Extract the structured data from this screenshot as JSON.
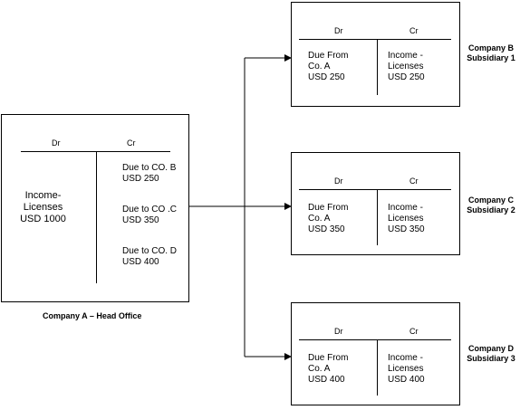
{
  "head_office": {
    "dr": "Dr",
    "cr": "Cr",
    "debit_entry": "Income-\nLicenses\nUSD 1000",
    "credit_entries": [
      "Due to  CO. B\nUSD 250",
      "Due to  CO .C\nUSD 350",
      "Due to  CO. D\nUSD 400"
    ],
    "caption": "Company A – Head Office"
  },
  "subsidiaries": [
    {
      "dr": "Dr",
      "cr": "Cr",
      "debit": "Due From\nCo. A\nUSD 250",
      "credit": "Income -\nLicenses\nUSD 250",
      "label": "Company B\nSubsidiary 1"
    },
    {
      "dr": "Dr",
      "cr": "Cr",
      "debit": "Due From\nCo. A\nUSD 350",
      "credit": "Income -\nLicenses\nUSD 350",
      "label": "Company C\nSubsidiary 2"
    },
    {
      "dr": "Dr",
      "cr": "Cr",
      "debit": "Due From\nCo. A\nUSD 400",
      "credit": "Income -\nLicenses\nUSD 400",
      "label": "Company D\nSubsidiary 3"
    }
  ]
}
